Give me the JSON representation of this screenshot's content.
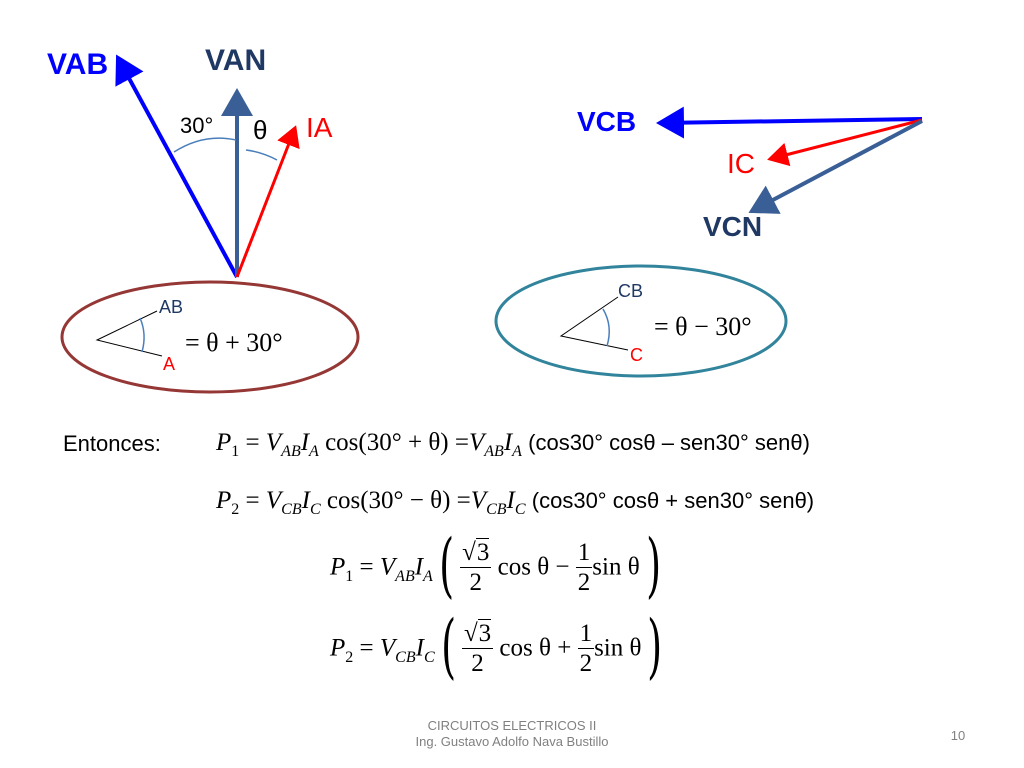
{
  "diagram_left": {
    "label_vab": "VAB",
    "label_van": "VAN",
    "label_ia": "IA",
    "label_angle_30": "30°",
    "label_theta": "θ",
    "angle_top": "AB",
    "angle_bottom": "A",
    "angle_equation": "= θ + 30°"
  },
  "diagram_right": {
    "label_vcb": "VCB",
    "label_ic": "IC",
    "label_vcn": "VCN",
    "angle_top": "CB",
    "angle_bottom": "C",
    "angle_equation": "= θ − 30°"
  },
  "equations": {
    "intro": "Entonces:",
    "p1_expansion": "(cos30° cosθ – sen30° senθ)",
    "p2_expansion": "(cos30° cosθ + sen30° senθ)"
  },
  "footer": {
    "course": "CIRCUITOS ELECTRICOS II",
    "author": "Ing. Gustavo Adolfo Nava Bustillo",
    "page_number": "10"
  },
  "colors": {
    "voltage_line": "#0000ff",
    "current": "#ff0000",
    "phase_voltage": "#3a5f96",
    "ellipse_left": "#953735",
    "ellipse_right": "#31849b",
    "angle_arc": "#4a7ebb"
  }
}
